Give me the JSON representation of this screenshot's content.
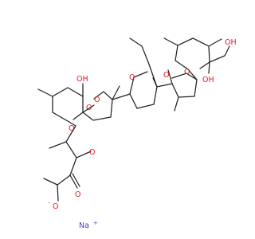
{
  "molecule": {
    "atom_labels": {
      "oh_top": "OH",
      "o_spiro_left": "O",
      "o_spiro_up": "O",
      "o_thf1": "O",
      "o_thf2": "O",
      "o_pyran": "O",
      "oh_hemiketal": "OH",
      "oh_primary": "OH",
      "o_pyran_left": "O",
      "o_methoxy": "O",
      "o_carbonyl": "O",
      "o_carboxylate": "O",
      "charge_minus": "-",
      "sodium": "Na",
      "charge_plus": "+"
    },
    "colors": {
      "bond": "#222222",
      "oxygen": "#e8121b",
      "sodium": "#5a31c8",
      "background": "#ffffff"
    }
  }
}
